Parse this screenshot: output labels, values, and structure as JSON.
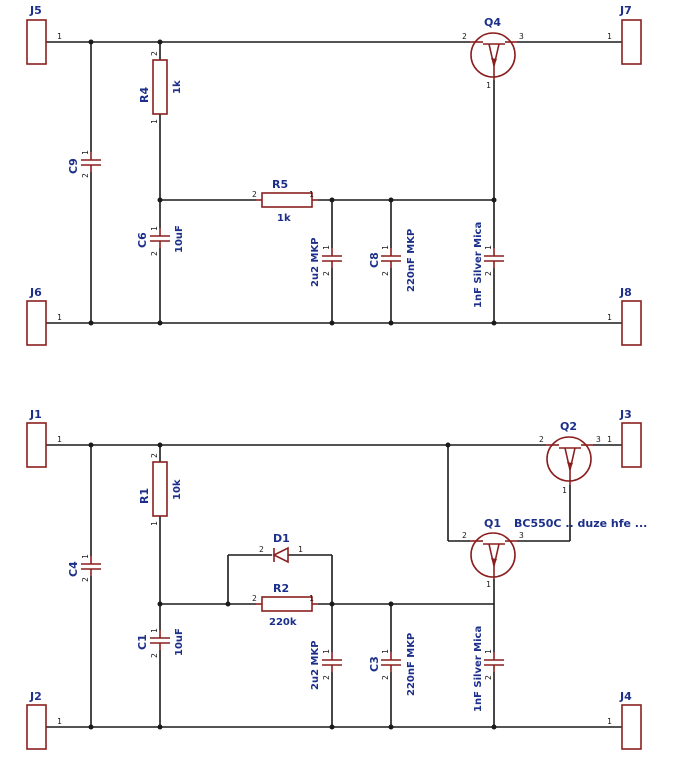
{
  "circuit_top": {
    "connectors": {
      "j5": "J5",
      "j6": "J6",
      "j7": "J7",
      "j8": "J8"
    },
    "transistor": {
      "ref": "Q4",
      "pins": [
        "2",
        "3",
        "1"
      ]
    },
    "r4": {
      "ref": "R4",
      "value": "1k",
      "pins": [
        "2",
        "1"
      ]
    },
    "r5": {
      "ref": "R5",
      "value": "1k",
      "pins": [
        "2",
        "1"
      ]
    },
    "c9": {
      "ref": "C9",
      "value": "",
      "pins": [
        "1",
        "2"
      ]
    },
    "c6": {
      "ref": "C6",
      "value": "10uF",
      "pins": [
        "1",
        "2"
      ]
    },
    "c_2u2": {
      "ref": "",
      "value": "2u2 MKP",
      "pins": [
        "1",
        "2"
      ]
    },
    "c8": {
      "ref": "C8",
      "value": "220nF MKP",
      "pins": [
        "1",
        "2"
      ]
    },
    "c_mica": {
      "ref": "",
      "value": "1nF Silver Mica",
      "pins": [
        "1",
        "2"
      ]
    },
    "connector_pin": "1"
  },
  "circuit_bottom": {
    "connectors": {
      "j1": "J1",
      "j2": "J2",
      "j3": "J3",
      "j4": "J4"
    },
    "q1": {
      "ref": "Q1",
      "pins": [
        "2",
        "3",
        "1"
      ]
    },
    "q2": {
      "ref": "Q2",
      "pins": [
        "2",
        "3",
        "1"
      ]
    },
    "note": "BC550C .. duze hfe ...",
    "r1": {
      "ref": "R1",
      "value": "10k",
      "pins": [
        "2",
        "1"
      ]
    },
    "r2": {
      "ref": "R2",
      "value": "220k",
      "pins": [
        "2",
        "1"
      ]
    },
    "d1": {
      "ref": "D1",
      "pins": [
        "2",
        "1"
      ]
    },
    "c4": {
      "ref": "C4",
      "pins": [
        "1",
        "2"
      ]
    },
    "c1": {
      "ref": "C1",
      "value": "10uF",
      "pins": [
        "1",
        "2"
      ]
    },
    "c_2u2": {
      "ref": "",
      "value": "2u2 MKP",
      "pins": [
        "1",
        "2"
      ]
    },
    "c3": {
      "ref": "C3",
      "value": "220nF MKP",
      "pins": [
        "1",
        "2"
      ]
    },
    "c_mica": {
      "ref": "",
      "value": "1nF Silver Mica",
      "pins": [
        "1",
        "2"
      ]
    },
    "connector_pin": "1"
  },
  "colors": {
    "wire": "#1a1a1a",
    "part": "#8a1f1f",
    "label": "#1c2f8a"
  }
}
